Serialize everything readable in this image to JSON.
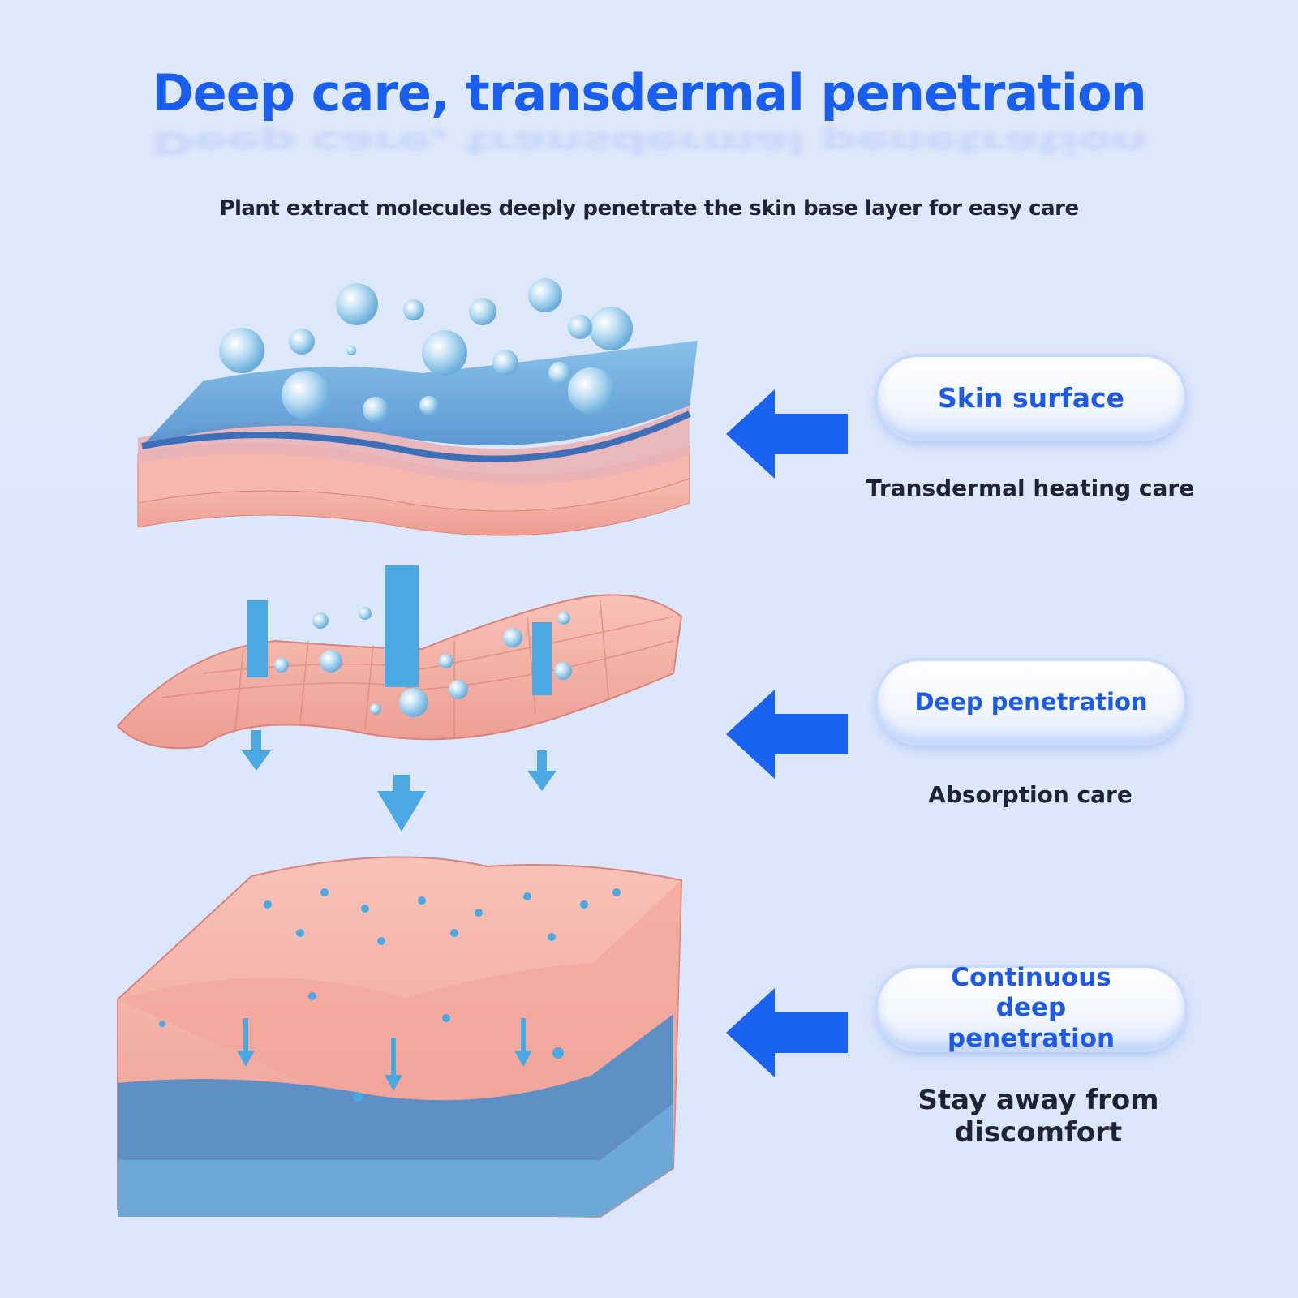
{
  "header": {
    "title": "Deep care, transdermal penetration",
    "subtitle": "Plant extract molecules deeply penetrate the skin base layer for easy care"
  },
  "layers": [
    {
      "label": "Skin surface",
      "caption": "Transdermal heating care"
    },
    {
      "label": "Deep penetration",
      "caption": "Absorption care"
    },
    {
      "label": "Continuous deep penetration",
      "caption": "Stay away from discomfort"
    }
  ],
  "colors": {
    "accent": "#1a5ef0",
    "skin": "#f2a9a0",
    "water": "#5aa7dc"
  }
}
